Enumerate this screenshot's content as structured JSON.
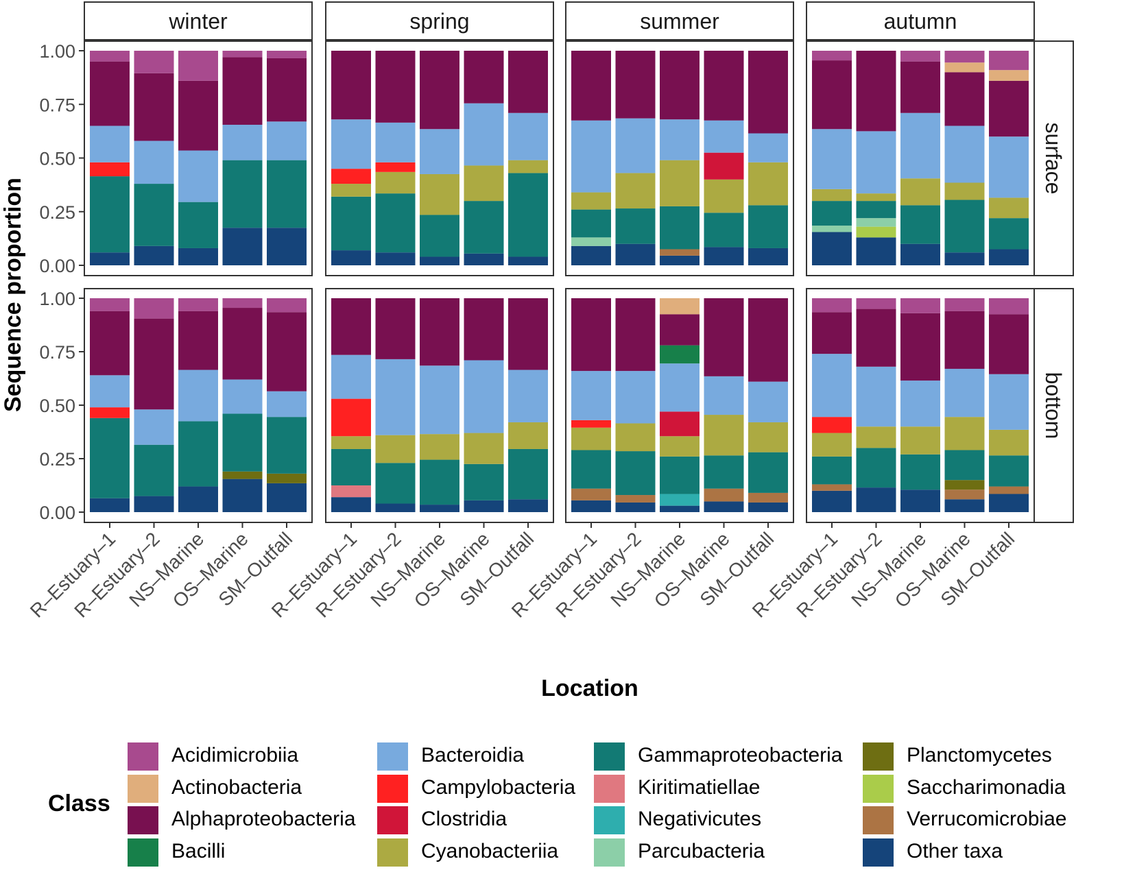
{
  "chart_data": {
    "type": "bar",
    "stacked": true,
    "ylabel": "Sequence proportion",
    "xlabel": "Location",
    "ylim": [
      0,
      1
    ],
    "yticks": [
      "0.00",
      "0.25",
      "0.50",
      "0.75",
      "1.00"
    ],
    "categories": [
      "R–Estuary–1",
      "R–Estuary–2",
      "NS–Marine",
      "OS–Marine",
      "SM–Outfall"
    ],
    "facet_columns": [
      "winter",
      "spring",
      "summer",
      "autumn"
    ],
    "facet_rows": [
      "surface",
      "bottom"
    ],
    "legend_title": "Class",
    "legend_position": "bottom",
    "grid": false,
    "classes": [
      {
        "name": "Acidimicrobiia",
        "color": "#A84A8E"
      },
      {
        "name": "Actinobacteria",
        "color": "#E0AE7C"
      },
      {
        "name": "Alphaproteobacteria",
        "color": "#781050"
      },
      {
        "name": "Bacilli",
        "color": "#17804A"
      },
      {
        "name": "Bacteroidia",
        "color": "#78AADE"
      },
      {
        "name": "Campylobacteria",
        "color": "#FF2121"
      },
      {
        "name": "Clostridia",
        "color": "#D01539"
      },
      {
        "name": "Cyanobacteriia",
        "color": "#ACAA42"
      },
      {
        "name": "Gammaproteobacteria",
        "color": "#127A74"
      },
      {
        "name": "Kiritimatiellae",
        "color": "#E07880"
      },
      {
        "name": "Negativicutes",
        "color": "#2EAEAE"
      },
      {
        "name": "Parcubacteria",
        "color": "#8CCFA8"
      },
      {
        "name": "Planctomycetes",
        "color": "#6E6E12"
      },
      {
        "name": "Saccharimonadia",
        "color": "#AACC4A"
      },
      {
        "name": "Verrucomicrobiae",
        "color": "#AC7444"
      },
      {
        "name": "Other taxa",
        "color": "#15447A"
      }
    ],
    "bars": {
      "surface": {
        "winter": [
          {
            "Other taxa": 0.06,
            "Gammaproteobacteria": 0.355,
            "Campylobacteria": 0.065,
            "Bacteroidia": 0.17,
            "Alphaproteobacteria": 0.3,
            "Acidimicrobiia": 0.05
          },
          {
            "Other taxa": 0.09,
            "Gammaproteobacteria": 0.29,
            "Bacteroidia": 0.2,
            "Alphaproteobacteria": 0.315,
            "Acidimicrobiia": 0.105
          },
          {
            "Other taxa": 0.08,
            "Gammaproteobacteria": 0.215,
            "Bacteroidia": 0.24,
            "Alphaproteobacteria": 0.325,
            "Acidimicrobiia": 0.14
          },
          {
            "Other taxa": 0.175,
            "Gammaproteobacteria": 0.315,
            "Bacteroidia": 0.165,
            "Alphaproteobacteria": 0.315,
            "Acidimicrobiia": 0.03
          },
          {
            "Other taxa": 0.175,
            "Gammaproteobacteria": 0.315,
            "Bacteroidia": 0.18,
            "Alphaproteobacteria": 0.295,
            "Acidimicrobiia": 0.035
          }
        ],
        "spring": [
          {
            "Other taxa": 0.07,
            "Gammaproteobacteria": 0.25,
            "Cyanobacteriia": 0.06,
            "Campylobacteria": 0.07,
            "Bacteroidia": 0.23,
            "Alphaproteobacteria": 0.32
          },
          {
            "Other taxa": 0.06,
            "Gammaproteobacteria": 0.275,
            "Cyanobacteriia": 0.1,
            "Campylobacteria": 0.045,
            "Bacteroidia": 0.185,
            "Alphaproteobacteria": 0.335
          },
          {
            "Other taxa": 0.04,
            "Gammaproteobacteria": 0.195,
            "Cyanobacteriia": 0.19,
            "Bacteroidia": 0.21,
            "Alphaproteobacteria": 0.365
          },
          {
            "Other taxa": 0.055,
            "Gammaproteobacteria": 0.245,
            "Cyanobacteriia": 0.165,
            "Bacteroidia": 0.29,
            "Alphaproteobacteria": 0.245
          },
          {
            "Other taxa": 0.04,
            "Gammaproteobacteria": 0.39,
            "Cyanobacteriia": 0.06,
            "Bacteroidia": 0.22,
            "Alphaproteobacteria": 0.29
          }
        ],
        "summer": [
          {
            "Other taxa": 0.09,
            "Parcubacteria": 0.04,
            "Gammaproteobacteria": 0.13,
            "Cyanobacteriia": 0.08,
            "Bacteroidia": 0.335,
            "Alphaproteobacteria": 0.325
          },
          {
            "Other taxa": 0.1,
            "Gammaproteobacteria": 0.165,
            "Cyanobacteriia": 0.165,
            "Bacteroidia": 0.255,
            "Alphaproteobacteria": 0.315
          },
          {
            "Other taxa": 0.045,
            "Verrucomicrobiae": 0.03,
            "Gammaproteobacteria": 0.2,
            "Cyanobacteriia": 0.215,
            "Bacteroidia": 0.19,
            "Alphaproteobacteria": 0.32
          },
          {
            "Other taxa": 0.085,
            "Gammaproteobacteria": 0.16,
            "Cyanobacteriia": 0.155,
            "Clostridia": 0.125,
            "Bacteroidia": 0.15,
            "Alphaproteobacteria": 0.325
          },
          {
            "Other taxa": 0.08,
            "Gammaproteobacteria": 0.2,
            "Cyanobacteriia": 0.2,
            "Bacteroidia": 0.135,
            "Alphaproteobacteria": 0.385
          }
        ],
        "autumn": [
          {
            "Other taxa": 0.155,
            "Parcubacteria": 0.03,
            "Gammaproteobacteria": 0.115,
            "Cyanobacteriia": 0.055,
            "Bacteroidia": 0.28,
            "Alphaproteobacteria": 0.32,
            "Acidimicrobiia": 0.045
          },
          {
            "Other taxa": 0.13,
            "Saccharimonadia": 0.05,
            "Parcubacteria": 0.04,
            "Gammaproteobacteria": 0.08,
            "Cyanobacteriia": 0.035,
            "Bacteroidia": 0.29,
            "Alphaproteobacteria": 0.375
          },
          {
            "Other taxa": 0.1,
            "Gammaproteobacteria": 0.18,
            "Cyanobacteriia": 0.125,
            "Bacteroidia": 0.305,
            "Alphaproteobacteria": 0.24,
            "Acidimicrobiia": 0.05
          },
          {
            "Other taxa": 0.06,
            "Gammaproteobacteria": 0.245,
            "Cyanobacteriia": 0.08,
            "Bacteroidia": 0.265,
            "Alphaproteobacteria": 0.25,
            "Actinobacteria": 0.045,
            "Acidimicrobiia": 0.055
          },
          {
            "Other taxa": 0.075,
            "Gammaproteobacteria": 0.145,
            "Cyanobacteriia": 0.095,
            "Bacteroidia": 0.285,
            "Alphaproteobacteria": 0.26,
            "Actinobacteria": 0.05,
            "Acidimicrobiia": 0.09
          }
        ]
      },
      "bottom": {
        "winter": [
          {
            "Other taxa": 0.065,
            "Gammaproteobacteria": 0.375,
            "Campylobacteria": 0.05,
            "Bacteroidia": 0.15,
            "Alphaproteobacteria": 0.3,
            "Acidimicrobiia": 0.06
          },
          {
            "Other taxa": 0.075,
            "Gammaproteobacteria": 0.24,
            "Bacteroidia": 0.165,
            "Alphaproteobacteria": 0.425,
            "Acidimicrobiia": 0.095
          },
          {
            "Other taxa": 0.12,
            "Gammaproteobacteria": 0.305,
            "Bacteroidia": 0.24,
            "Alphaproteobacteria": 0.275,
            "Acidimicrobiia": 0.06
          },
          {
            "Other taxa": 0.155,
            "Planctomycetes": 0.035,
            "Gammaproteobacteria": 0.27,
            "Bacteroidia": 0.16,
            "Alphaproteobacteria": 0.335,
            "Acidimicrobiia": 0.045
          },
          {
            "Other taxa": 0.135,
            "Planctomycetes": 0.045,
            "Gammaproteobacteria": 0.265,
            "Bacteroidia": 0.12,
            "Alphaproteobacteria": 0.37,
            "Acidimicrobiia": 0.065
          }
        ],
        "spring": [
          {
            "Other taxa": 0.07,
            "Kiritimatiellae": 0.055,
            "Gammaproteobacteria": 0.17,
            "Cyanobacteriia": 0.06,
            "Campylobacteria": 0.175,
            "Bacteroidia": 0.205,
            "Alphaproteobacteria": 0.265
          },
          {
            "Other taxa": 0.04,
            "Gammaproteobacteria": 0.19,
            "Cyanobacteriia": 0.13,
            "Bacteroidia": 0.355,
            "Alphaproteobacteria": 0.285
          },
          {
            "Other taxa": 0.035,
            "Gammaproteobacteria": 0.21,
            "Cyanobacteriia": 0.12,
            "Bacteroidia": 0.32,
            "Alphaproteobacteria": 0.315
          },
          {
            "Other taxa": 0.055,
            "Gammaproteobacteria": 0.17,
            "Cyanobacteriia": 0.145,
            "Bacteroidia": 0.34,
            "Alphaproteobacteria": 0.29
          },
          {
            "Other taxa": 0.06,
            "Gammaproteobacteria": 0.235,
            "Cyanobacteriia": 0.125,
            "Bacteroidia": 0.245,
            "Alphaproteobacteria": 0.335
          }
        ],
        "summer": [
          {
            "Other taxa": 0.055,
            "Verrucomicrobiae": 0.055,
            "Gammaproteobacteria": 0.18,
            "Cyanobacteriia": 0.105,
            "Campylobacteria": 0.035,
            "Bacteroidia": 0.23,
            "Alphaproteobacteria": 0.34
          },
          {
            "Other taxa": 0.045,
            "Verrucomicrobiae": 0.035,
            "Gammaproteobacteria": 0.205,
            "Cyanobacteriia": 0.13,
            "Bacteroidia": 0.245,
            "Alphaproteobacteria": 0.34
          },
          {
            "Other taxa": 0.03,
            "Negativicutes": 0.055,
            "Gammaproteobacteria": 0.175,
            "Cyanobacteriia": 0.095,
            "Clostridia": 0.115,
            "Bacteroidia": 0.225,
            "Bacilli": 0.085,
            "Alphaproteobacteria": 0.145,
            "Actinobacteria": 0.075
          },
          {
            "Other taxa": 0.05,
            "Verrucomicrobiae": 0.06,
            "Gammaproteobacteria": 0.155,
            "Cyanobacteriia": 0.19,
            "Bacteroidia": 0.18,
            "Alphaproteobacteria": 0.365
          },
          {
            "Other taxa": 0.045,
            "Verrucomicrobiae": 0.045,
            "Gammaproteobacteria": 0.19,
            "Cyanobacteriia": 0.14,
            "Bacteroidia": 0.19,
            "Alphaproteobacteria": 0.39
          }
        ],
        "autumn": [
          {
            "Other taxa": 0.1,
            "Verrucomicrobiae": 0.03,
            "Gammaproteobacteria": 0.13,
            "Cyanobacteriia": 0.11,
            "Campylobacteria": 0.075,
            "Bacteroidia": 0.295,
            "Alphaproteobacteria": 0.195,
            "Acidimicrobiia": 0.065
          },
          {
            "Other taxa": 0.115,
            "Gammaproteobacteria": 0.185,
            "Cyanobacteriia": 0.1,
            "Bacteroidia": 0.28,
            "Alphaproteobacteria": 0.27,
            "Acidimicrobiia": 0.05
          },
          {
            "Other taxa": 0.105,
            "Gammaproteobacteria": 0.165,
            "Cyanobacteriia": 0.13,
            "Bacteroidia": 0.215,
            "Alphaproteobacteria": 0.315,
            "Acidimicrobiia": 0.07
          },
          {
            "Other taxa": 0.06,
            "Verrucomicrobiae": 0.045,
            "Planctomycetes": 0.045,
            "Gammaproteobacteria": 0.14,
            "Cyanobacteriia": 0.155,
            "Bacteroidia": 0.225,
            "Alphaproteobacteria": 0.27,
            "Acidimicrobiia": 0.06
          },
          {
            "Other taxa": 0.085,
            "Verrucomicrobiae": 0.035,
            "Gammaproteobacteria": 0.145,
            "Cyanobacteriia": 0.12,
            "Bacteroidia": 0.26,
            "Alphaproteobacteria": 0.28,
            "Acidimicrobiia": 0.075
          }
        ]
      }
    }
  }
}
